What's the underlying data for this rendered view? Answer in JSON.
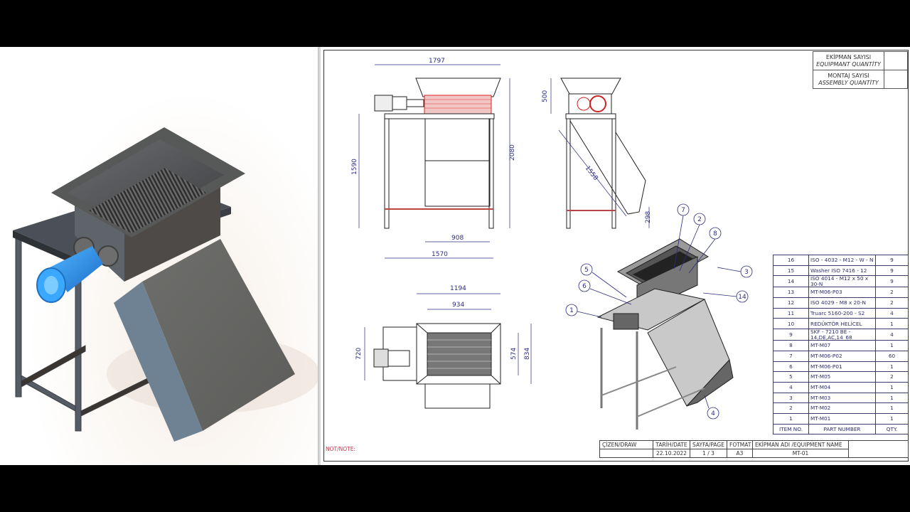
{
  "render_3d": {
    "description": "Shredder machine 3D render",
    "motor_color": "#2a8fe8",
    "body_color": "#5c5d5e"
  },
  "drawing": {
    "front_view": {
      "dims": {
        "overall_width": "1797",
        "height_left": "1590",
        "height_right": "2080",
        "inner_width": "908",
        "leg_span": "1570"
      }
    },
    "side_view": {
      "dims": {
        "hopper_height": "500",
        "chute_length": "1558",
        "chute_offset": "298"
      }
    },
    "top_view": {
      "dims": {
        "hopper_width": "1194",
        "inner_width": "934",
        "depth_left": "720",
        "inner_depth": "574",
        "outer_depth": "834"
      }
    },
    "iso_balloons": [
      "1",
      "2",
      "3",
      "4",
      "5",
      "6",
      "7",
      "8",
      "14"
    ]
  },
  "quantity_box": {
    "equipment_tr": "EKİPMAN SAYISI",
    "equipment_en": "EQUIPMANT QUANTİTY",
    "assembly_tr": "MONTAJ SAYISI",
    "assembly_en": "ASSEMBLY QUANTİTY",
    "equipment_value": "",
    "assembly_value": ""
  },
  "bom": {
    "headers": {
      "item": "ITEM NO.",
      "part": "PART NUMBER",
      "qty": "QTY."
    },
    "rows": [
      {
        "item": "16",
        "part": "ISO - 4032 - M12 - W - N",
        "qty": "9"
      },
      {
        "item": "15",
        "part": "Washer ISO 7416 - 12",
        "qty": "9"
      },
      {
        "item": "14",
        "part": "ISO 4014 - M12 x 50 x 30-N",
        "qty": "9"
      },
      {
        "item": "13",
        "part": "MT-M06-P03",
        "qty": "2"
      },
      {
        "item": "12",
        "part": "ISO 4029 - M8 x 20-N",
        "qty": "2"
      },
      {
        "item": "11",
        "part": "Truarc 5160-200 - S2",
        "qty": "4"
      },
      {
        "item": "10",
        "part": "REDÜKTÖR HELİCEL",
        "qty": "1"
      },
      {
        "item": "9",
        "part": "SKF - 7210 BE - 14,DE,AC,14_68",
        "qty": "4"
      },
      {
        "item": "8",
        "part": "MT-M07",
        "qty": "1"
      },
      {
        "item": "7",
        "part": "MT-M06-P02",
        "qty": "60"
      },
      {
        "item": "6",
        "part": "MT-M06-P01",
        "qty": "1"
      },
      {
        "item": "5",
        "part": "MT-M05",
        "qty": "2"
      },
      {
        "item": "4",
        "part": "MT-M04",
        "qty": "1"
      },
      {
        "item": "3",
        "part": "MT-M03",
        "qty": "1"
      },
      {
        "item": "2",
        "part": "MT-M02",
        "qty": "1"
      },
      {
        "item": "1",
        "part": "MT-M01",
        "qty": "1"
      }
    ]
  },
  "title_block": {
    "draw_label": "ÇİZEN/DRAW",
    "date_label": "TARİH/DATE",
    "page_label": "SAYFA/PAGE",
    "format_label": "FOTMAT",
    "equipment_label": "EKİPMAN ADI /EQUIPMENT NAME",
    "draw_value": "",
    "date_value": "22.10.2022",
    "page_value": "1 / 3",
    "format_value": "A3",
    "equipment_value": "MT-01"
  },
  "note_label": "NOT/NOTE:"
}
